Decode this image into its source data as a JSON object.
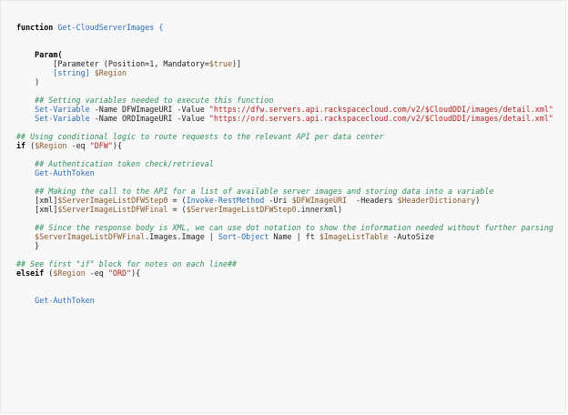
{
  "code": {
    "lines": [
      [
        {
          "t": "function ",
          "c": "kw"
        },
        {
          "t": "Get-CloudServerImages {",
          "c": "fn"
        }
      ],
      [],
      [],
      [
        {
          "t": "    "
        },
        {
          "t": "Param(",
          "c": "kw"
        }
      ],
      [
        {
          "t": "        [Parameter (Position=1, Mandatory="
        },
        {
          "t": "$true",
          "c": "bool"
        },
        {
          "t": ")]"
        }
      ],
      [
        {
          "t": "        "
        },
        {
          "t": "[string]",
          "c": "type"
        },
        {
          "t": " "
        },
        {
          "t": "$Region",
          "c": "var"
        }
      ],
      [
        {
          "t": "    )"
        }
      ],
      [],
      [
        {
          "t": "    "
        },
        {
          "t": "## Setting variables needed to execute this function",
          "c": "cm"
        }
      ],
      [
        {
          "t": "    "
        },
        {
          "t": "Set-Variable",
          "c": "cmd"
        },
        {
          "t": " -Name DFWImageURI -Value "
        },
        {
          "t": "\"https://dfw.servers.api.rackspacecloud.com/v2/$CloudDDI/images/detail.xml\"",
          "c": "str"
        }
      ],
      [
        {
          "t": "    "
        },
        {
          "t": "Set-Variable",
          "c": "cmd"
        },
        {
          "t": " -Name ORDImageURI -Value "
        },
        {
          "t": "\"https://ord.servers.api.rackspacecloud.com/v2/$CloudDDI/images/detail.xml\"",
          "c": "str"
        }
      ],
      [],
      [
        {
          "t": "## Using conditional logic to route requests to the relevant API per data center",
          "c": "cm"
        }
      ],
      [
        {
          "t": "if",
          "c": "kw"
        },
        {
          "t": " ("
        },
        {
          "t": "$Region",
          "c": "var"
        },
        {
          "t": " -eq "
        },
        {
          "t": "\"DFW\"",
          "c": "str"
        },
        {
          "t": "){"
        }
      ],
      [],
      [
        {
          "t": "    "
        },
        {
          "t": "## Authentication token check/retrieval",
          "c": "cm"
        }
      ],
      [
        {
          "t": "    "
        },
        {
          "t": "Get-AuthToken",
          "c": "cmd"
        }
      ],
      [],
      [
        {
          "t": "    "
        },
        {
          "t": "## Making the call to the API for a list of available server images and storing data into a variable",
          "c": "cm"
        }
      ],
      [
        {
          "t": "    [xml]"
        },
        {
          "t": "$ServerImageListDFWStep0",
          "c": "var"
        },
        {
          "t": " = ("
        },
        {
          "t": "Invoke-RestMethod",
          "c": "cmd"
        },
        {
          "t": " -Uri "
        },
        {
          "t": "$DFWImageURI",
          "c": "var"
        },
        {
          "t": "  -Headers "
        },
        {
          "t": "$HeaderDictionary",
          "c": "var"
        },
        {
          "t": ")"
        }
      ],
      [
        {
          "t": "    [xml]"
        },
        {
          "t": "$ServerImageListDFWFinal",
          "c": "var"
        },
        {
          "t": " = ("
        },
        {
          "t": "$ServerImageListDFWStep0",
          "c": "var"
        },
        {
          "t": ".innerxml)"
        }
      ],
      [],
      [
        {
          "t": "    "
        },
        {
          "t": "## Since the response body is XML, we can use dot notation to show the information needed without further parsing",
          "c": "cm"
        }
      ],
      [
        {
          "t": "    "
        },
        {
          "t": "$ServerImageListDFWFinal",
          "c": "var"
        },
        {
          "t": ".Images.Image | "
        },
        {
          "t": "Sort-Object",
          "c": "cmd"
        },
        {
          "t": " Name | ft "
        },
        {
          "t": "$ImageListTable",
          "c": "var"
        },
        {
          "t": " -AutoSize"
        }
      ],
      [
        {
          "t": "    }"
        }
      ],
      [],
      [
        {
          "t": "## See first \"if\" block for notes on each line##",
          "c": "cm"
        }
      ],
      [
        {
          "t": "elseif",
          "c": "kw"
        },
        {
          "t": " ("
        },
        {
          "t": "$Region",
          "c": "var"
        },
        {
          "t": " -eq "
        },
        {
          "t": "\"ORD\"",
          "c": "str"
        },
        {
          "t": "){"
        }
      ],
      [],
      [],
      [
        {
          "t": "    "
        },
        {
          "t": "Get-AuthToken",
          "c": "cmd"
        }
      ]
    ]
  }
}
